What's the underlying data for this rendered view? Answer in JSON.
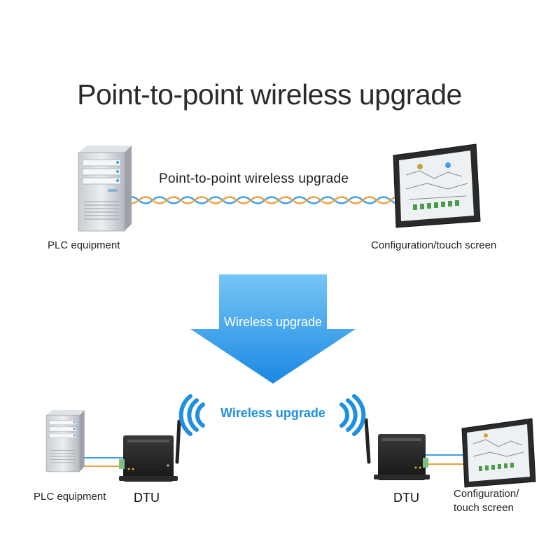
{
  "title": "Point-to-point wireless upgrade",
  "top_section": {
    "link_label": "Point-to-point wireless upgrade",
    "left_device": "PLC equipment",
    "right_device": "Configuration/touch screen"
  },
  "arrow": {
    "label": "Wireless upgrade"
  },
  "bottom_section": {
    "wireless_label": "Wireless upgrade",
    "left_device": "PLC equipment",
    "left_dtu": "DTU",
    "right_dtu": "DTU",
    "right_device_line1": "Configuration/",
    "right_device_line2": "touch screen"
  },
  "colors": {
    "cable_blue": "#3aa0e8",
    "cable_orange": "#f0a040",
    "arrow_top": "#6fc3f4",
    "arrow_bottom": "#1e8de6",
    "wireless_text": "#1f8fe0"
  },
  "icons": [
    "server-icon",
    "touch-screen-icon",
    "dtu-icon",
    "wireless-waves-icon",
    "down-arrow-icon"
  ]
}
